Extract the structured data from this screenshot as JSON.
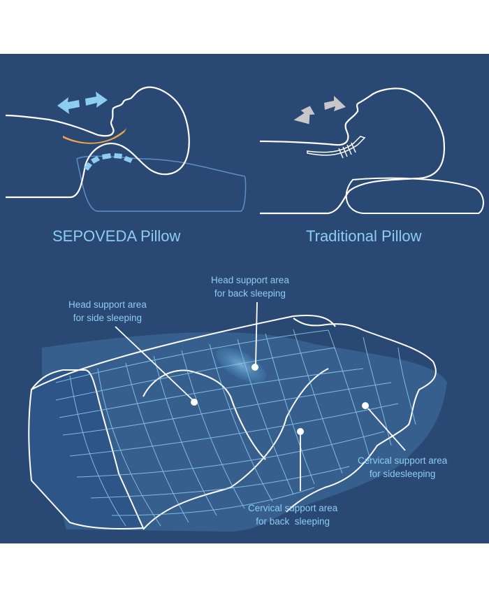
{
  "colors": {
    "background": "#2a4874",
    "line": "#ffffff",
    "accent_blue": "#8ccdf0",
    "accent_orange": "#f2a64a",
    "arrow_gray": "#c8c8c8",
    "pillow_fill": "#3f73a3"
  },
  "comparison": {
    "left": {
      "title": "SEPOVEDA Pillow",
      "arrows": "double-arrow-outward"
    },
    "right": {
      "title": "Traditional Pillow",
      "arrows": "double-arrow-inward"
    }
  },
  "callouts": {
    "head_side": {
      "line1": "Head support area",
      "line2": "for side sleeping"
    },
    "head_back": {
      "line1": "Head support area",
      "line2": "for back sleeping"
    },
    "cervical_side": {
      "line1": "Cervical support area",
      "line2": "for sidesleeping"
    },
    "cervical_back": {
      "line1": "Cervical support area",
      "line2": "for back  sleeping"
    }
  }
}
